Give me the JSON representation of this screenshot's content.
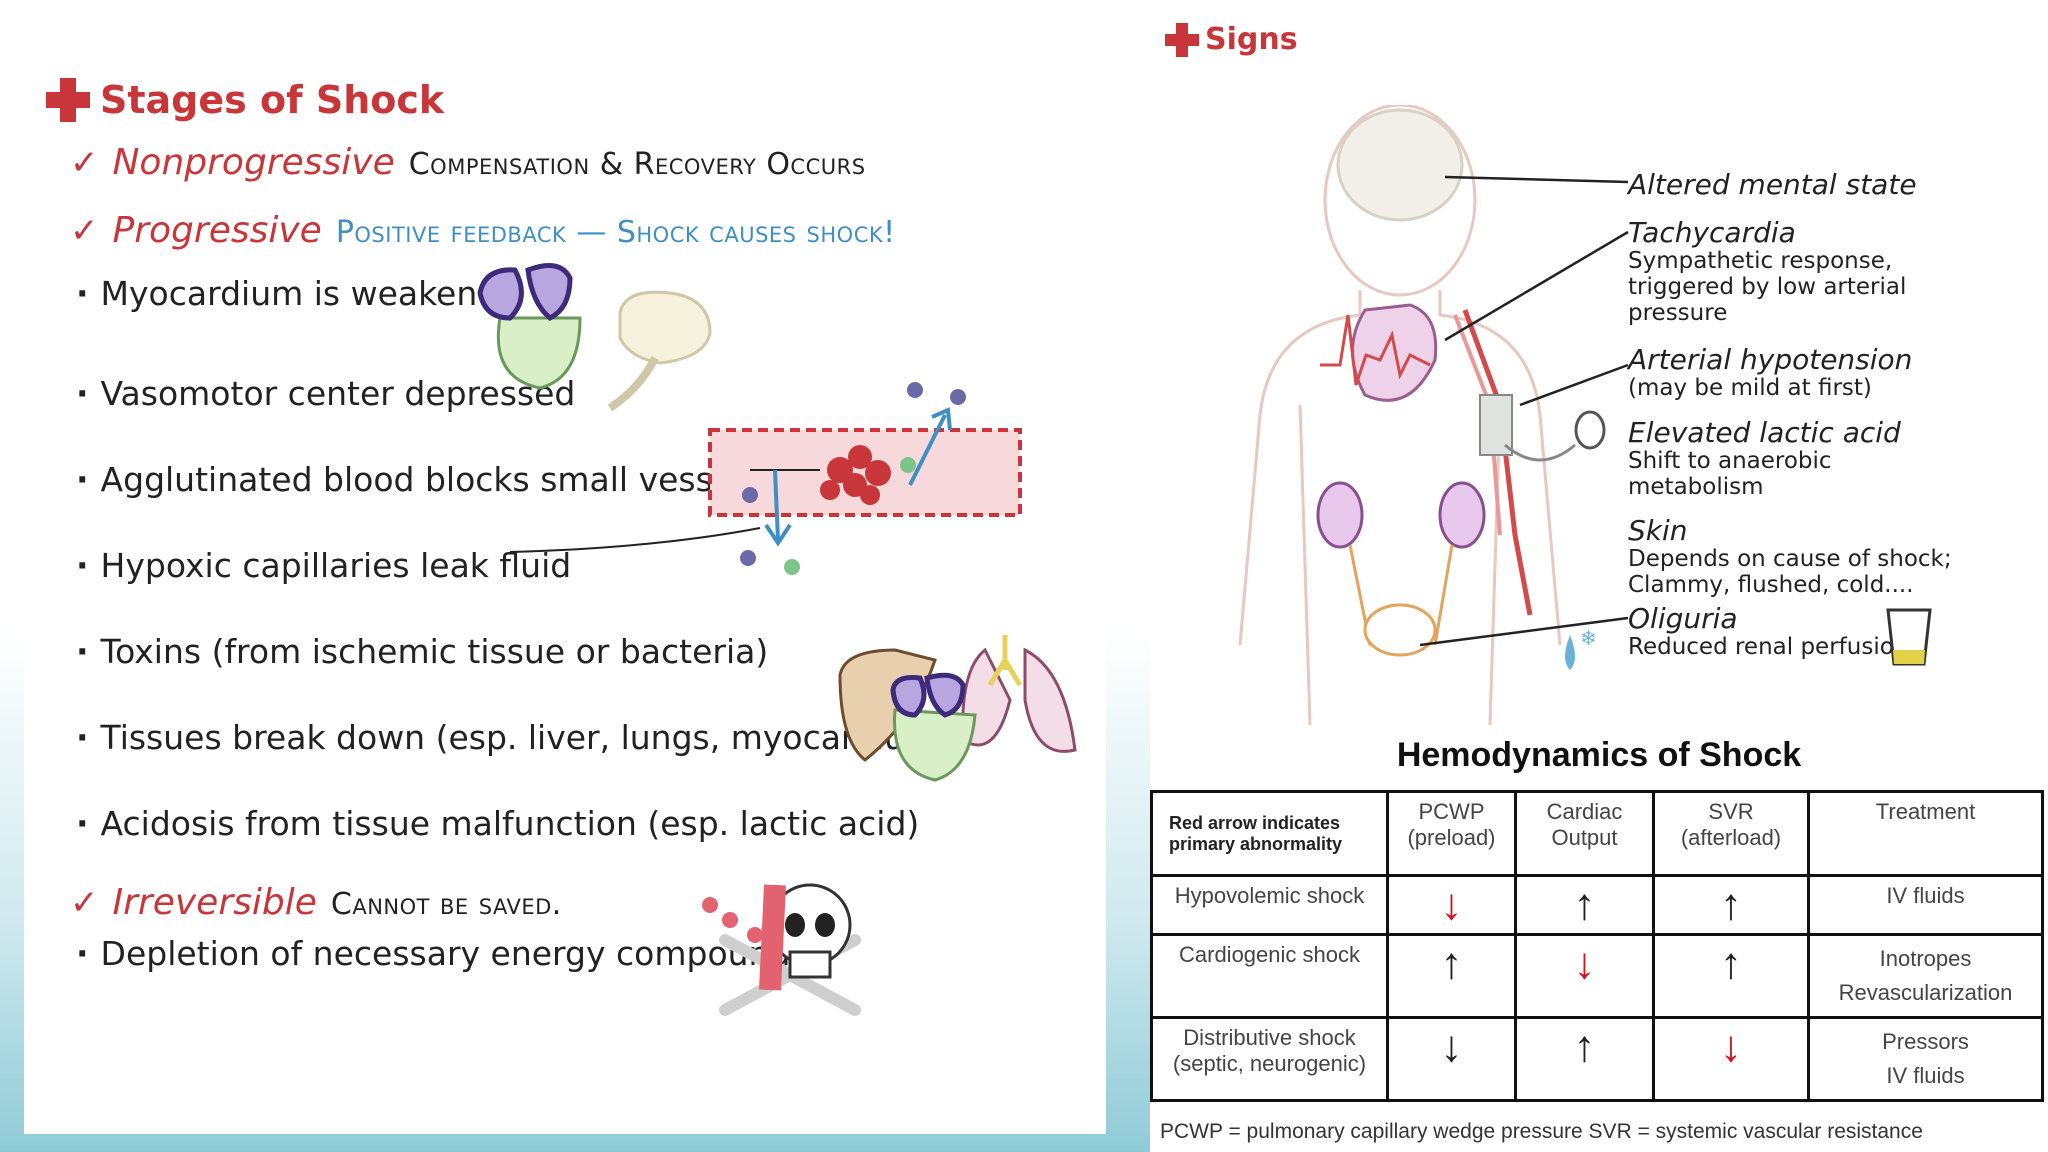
{
  "left": {
    "title": "Stages of Shock",
    "stages": [
      {
        "name": "Nonprogressive",
        "desc": "Compensation & Recovery Occurs"
      },
      {
        "name": "Progressive",
        "desc": "Positive feedback — Shock causes shock!"
      },
      {
        "name": "Irreversible",
        "desc": "Cannot be saved."
      }
    ],
    "progressive_bullets": [
      "Myocardium is weakened",
      "Vasomotor center depressed",
      "Agglutinated blood blocks small vessels",
      "Hypoxic capillaries leak fluid",
      "Toxins (from ischemic tissue or bacteria)",
      "Tissues break down (esp. liver, lungs, myocardium)",
      "Acidosis from tissue malfunction (esp. lactic acid)"
    ],
    "irreversible_bullets": [
      "Depletion of necessary energy compounds."
    ]
  },
  "right": {
    "title": "Signs",
    "signs": [
      {
        "head": "Altered mental state",
        "sub": []
      },
      {
        "head": "Tachycardia",
        "sub": [
          "Sympathetic response,",
          "triggered by low arterial",
          "pressure"
        ]
      },
      {
        "head": "Arterial hypotension",
        "sub": [
          "(may be mild at first)"
        ]
      },
      {
        "head": "Elevated lactic acid",
        "sub": [
          "Shift to anaerobic",
          "metabolism"
        ]
      },
      {
        "head": "Skin",
        "sub": [
          "Depends on cause of shock;",
          "Clammy, flushed, cold...."
        ]
      },
      {
        "head": "Oliguria",
        "sub": [
          "Reduced renal perfusion"
        ]
      }
    ]
  },
  "hemo": {
    "title": "Hemodynamics of Shock",
    "header_note": "Red arrow indicates primary abnormality",
    "columns": [
      {
        "line1": "PCWP",
        "line2": "(preload)"
      },
      {
        "line1": "Cardiac",
        "line2": "Output"
      },
      {
        "line1": "SVR",
        "line2": "(afterload)"
      },
      {
        "line1": "Treatment",
        "line2": ""
      }
    ],
    "rows": [
      {
        "name1": "Hypovolemic shock",
        "name2": "",
        "pcwp": "down",
        "pcwp_red": true,
        "co": "up",
        "co_red": false,
        "svr": "up",
        "svr_red": false,
        "treat1": "IV fluids",
        "treat2": ""
      },
      {
        "name1": "Cardiogenic shock",
        "name2": "",
        "pcwp": "up",
        "pcwp_red": false,
        "co": "down",
        "co_red": true,
        "svr": "up",
        "svr_red": false,
        "treat1": "Inotropes",
        "treat2": "Revascularization"
      },
      {
        "name1": "Distributive shock",
        "name2": "(septic, neurogenic)",
        "pcwp": "down",
        "pcwp_red": false,
        "co": "up",
        "co_red": false,
        "svr": "down",
        "svr_red": true,
        "treat1": "Pressors",
        "treat2": "IV fluids"
      }
    ],
    "footnote": "PCWP = pulmonary capillary wedge pressure  SVR = systemic vascular resistance"
  },
  "colors": {
    "accent": "#c9363a",
    "blue": "#3f8fc4",
    "arrow_red": "#d4141c"
  }
}
